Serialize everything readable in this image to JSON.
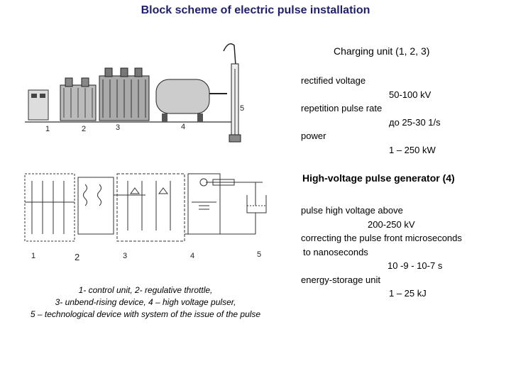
{
  "title": "Block scheme of electric pulse installation",
  "charging": {
    "heading": "Charging unit (1, 2, 3)",
    "lines": [
      "rectified voltage",
      "50-100 kV",
      "repetition pulse rate",
      "до 25-30 1/s",
      "power",
      "1 – 250 kW"
    ]
  },
  "generator": {
    "heading": "High-voltage pulse generator (4)",
    "lines": [
      "pulse high voltage above",
      "200-250 kV",
      "correcting the pulse front microseconds",
      "to nanoseconds",
      "10 -9 - 10-7 s",
      "energy-storage unit",
      "1 – 25 kJ"
    ]
  },
  "photo_labels": [
    "1",
    "2",
    "3",
    "4",
    "5"
  ],
  "circuit_labels": [
    "1",
    "2",
    "3",
    "4",
    "5"
  ],
  "caption": [
    "1- control unit, 2- regulative throttle,",
    "3- unbend-rising device, 4 – high voltage pulser,",
    "5 – technological device with system of the issue of the pulse"
  ]
}
